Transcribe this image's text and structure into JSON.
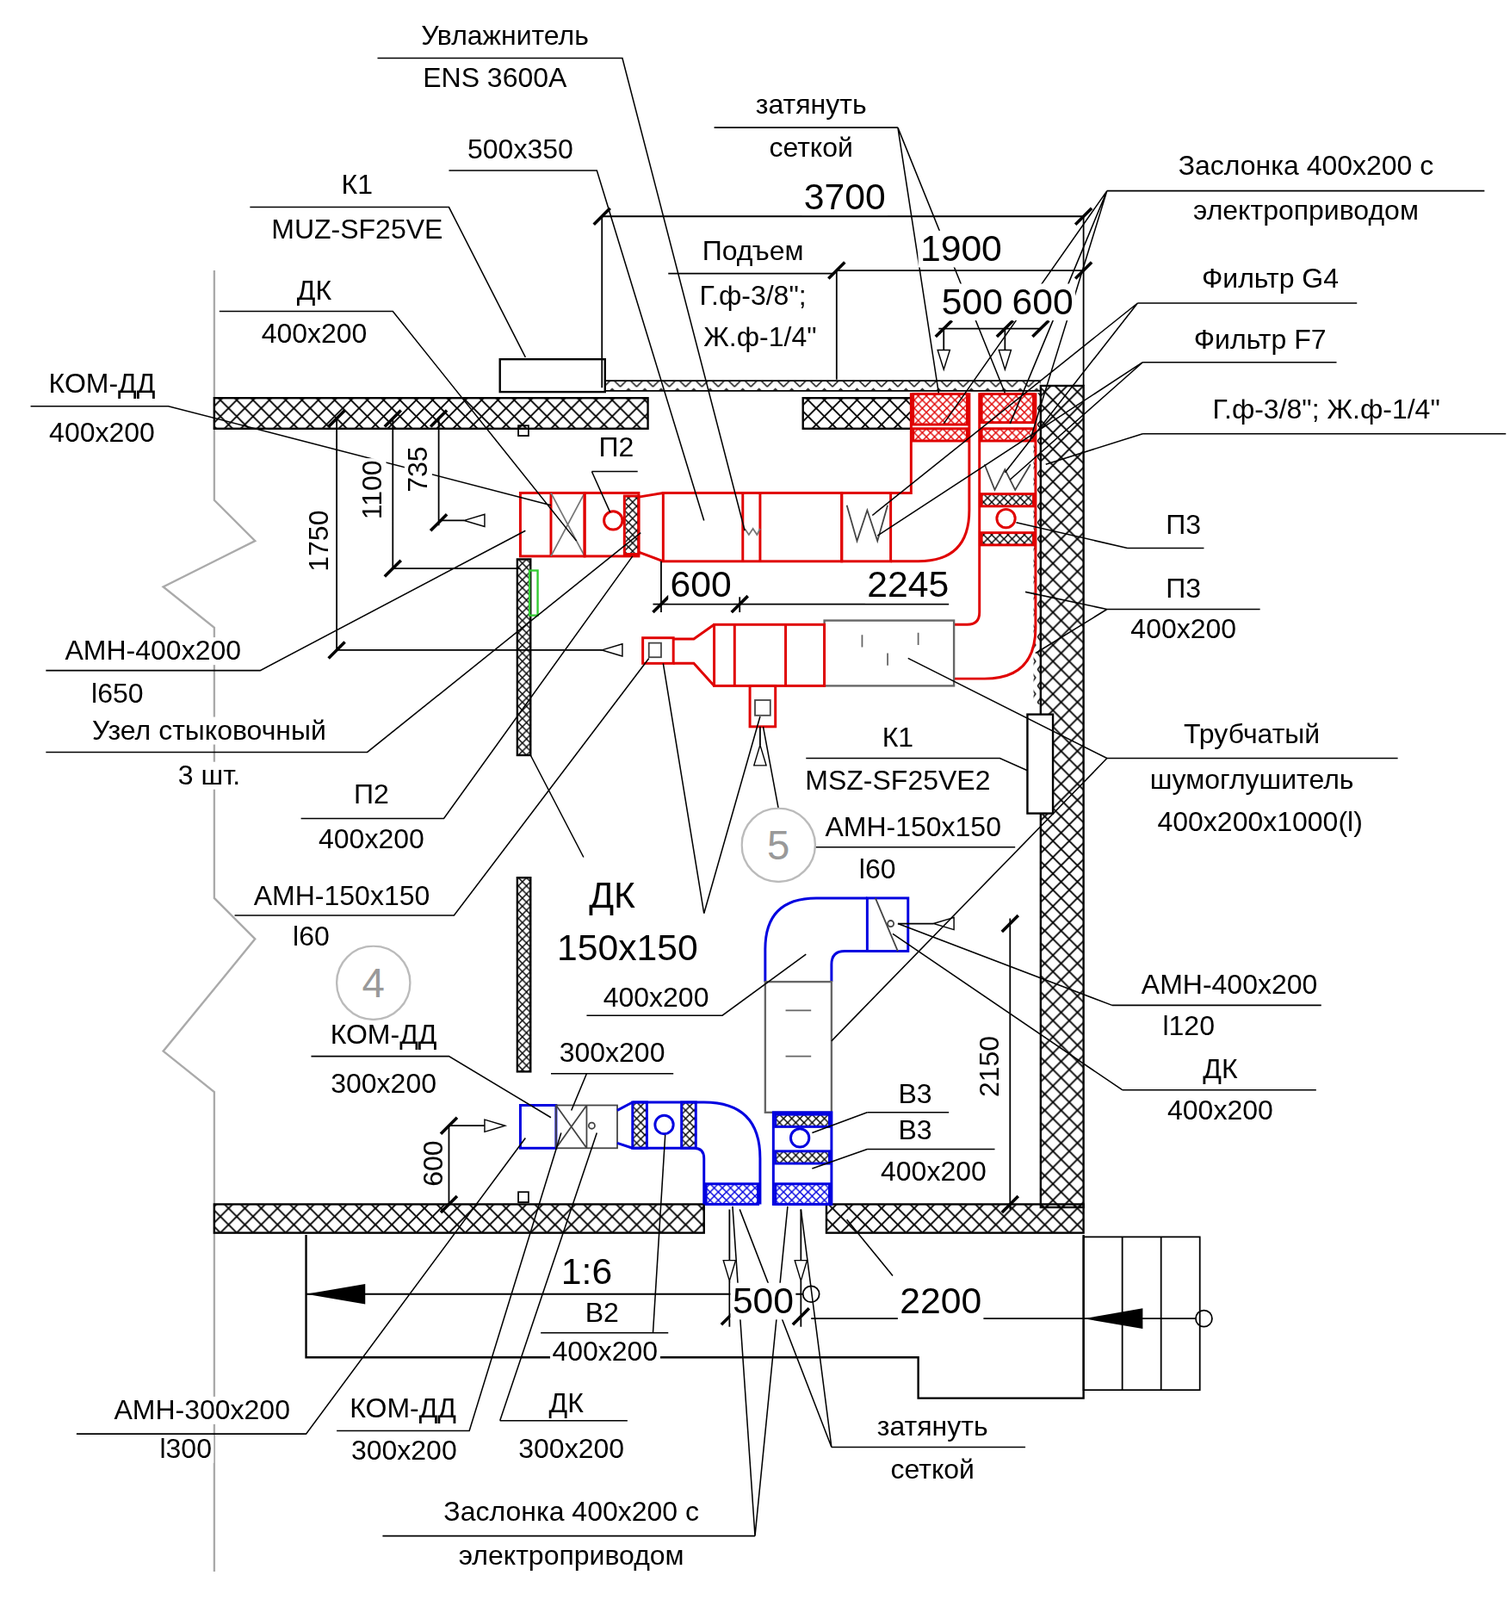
{
  "diagram": {
    "nodes": [
      {
        "text": [
          "5"
        ]
      },
      {
        "text": [
          "4"
        ]
      }
    ],
    "labels": [
      "Увлажнитель",
      "ENS 3600A",
      "500x350",
      "затянуть",
      "сеткой",
      "Заслонка 400x200 с",
      "электроприводом",
      "3700",
      "К1",
      "MUZ-SF25VE",
      "1900",
      "Подъем",
      "Г.ф-3/8\";",
      "Ж.ф-1/4\"",
      "500",
      "600",
      "Фильтр G4",
      "Фильтр F7",
      "ДК",
      "400x200",
      "КОМ-ДД",
      "400x200",
      "Г.ф-3/8\"; Ж.ф-1/4\"",
      "П2",
      "735",
      "1100",
      "1750",
      "П3",
      "600",
      "2245",
      "П3",
      "400x200",
      "АМН-400x200",
      "l650",
      "Узел стыковочный",
      "3 шт.",
      "К1",
      "MSZ-SF25VE2",
      "Трубчатый",
      "шумоглушитель",
      "400x200x1000(l)",
      "П2",
      "400x200",
      "АМН-150x150",
      "l60",
      "АМН-150x150",
      "l60",
      "ДК",
      "150x150",
      "АМН-400x200",
      "l120",
      "400x200",
      "ДК",
      "400x200",
      "КОМ-ДД",
      "300x200",
      "300x200",
      "2150",
      "В3",
      "В3",
      "400x200",
      "600",
      "1:6",
      "2200",
      "500",
      "В2",
      "400x200",
      "АМН-300x200",
      "l300",
      "КОМ-ДД",
      "ДК",
      "300x200",
      "300x200",
      "затянуть",
      "сеткой",
      "Заслонка 400x200 с",
      "электроприводом"
    ]
  }
}
